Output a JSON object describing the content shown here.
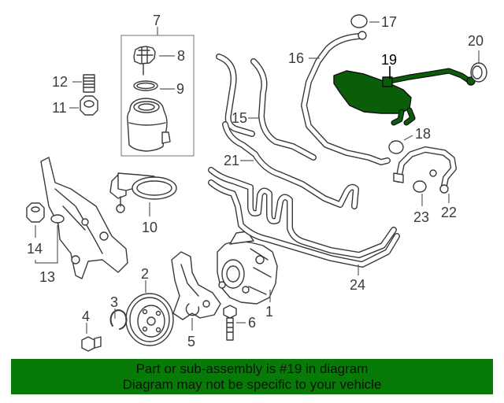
{
  "colors": {
    "highlight": "#0a5e0a",
    "footer_bg": "#087a08",
    "line": "#3a3a3a"
  },
  "callouts": {
    "c1": "1",
    "c2": "2",
    "c3": "3",
    "c4": "4",
    "c5": "5",
    "c6": "6",
    "c7": "7",
    "c8": "8",
    "c9": "9",
    "c10": "10",
    "c11": "11",
    "c12": "12",
    "c13": "13",
    "c14": "14",
    "c15": "15",
    "c16": "16",
    "c17": "17",
    "c18": "18",
    "c19": "19",
    "c20": "20",
    "c21": "21",
    "c22": "22",
    "c23": "23",
    "c24": "24"
  },
  "highlighted_part": "19",
  "footer": {
    "line1": "Part or sub-assembly is #19 in diagram",
    "line2": "Diagram may not be specific to your vehicle"
  }
}
